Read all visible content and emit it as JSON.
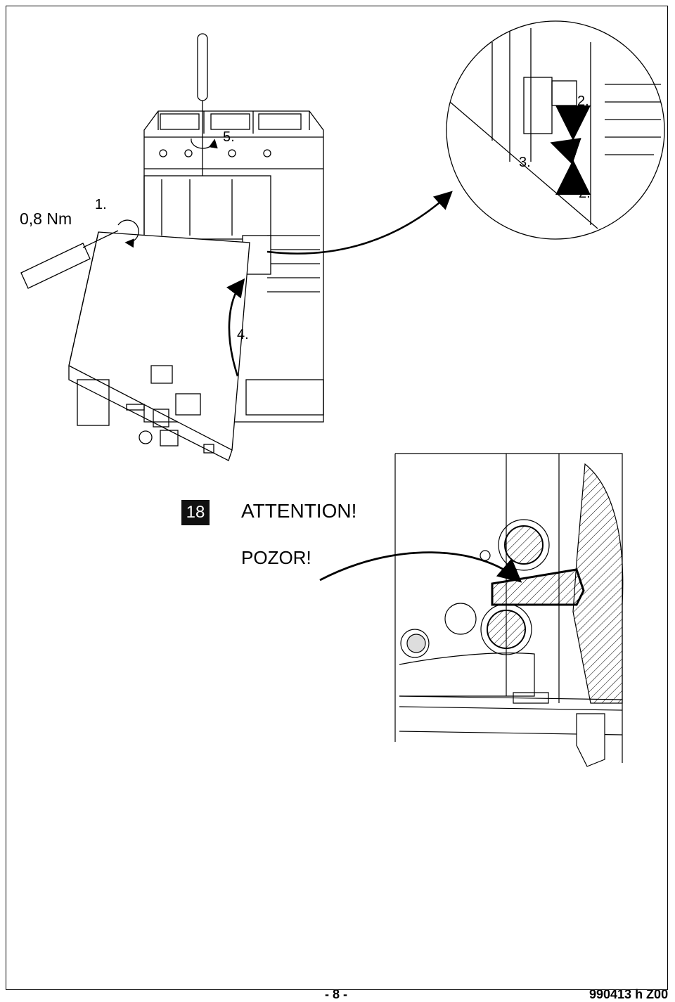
{
  "labels": {
    "torque": "0,8 Nm",
    "step1": "1.",
    "step2a": "2.",
    "step2b": "2.",
    "step3": "3.",
    "step4": "4.",
    "step5": "5."
  },
  "figure": {
    "number": "18",
    "attention": "ATTENTION!",
    "pozor": "POZOR!"
  },
  "footer": {
    "page": "- 8 -",
    "code": "990413 h  Z00"
  }
}
